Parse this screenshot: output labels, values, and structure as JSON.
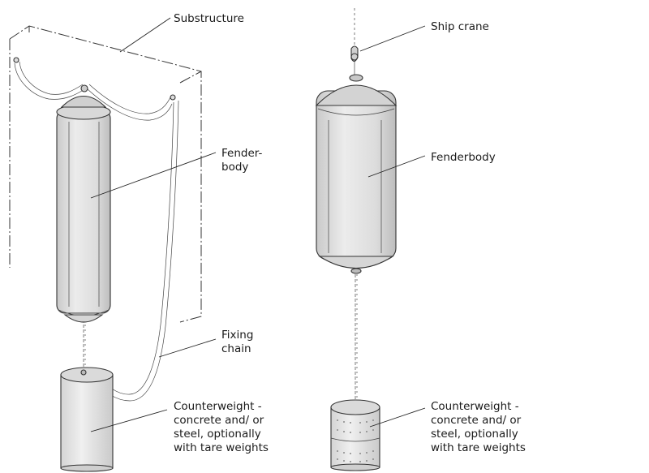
{
  "colors": {
    "fender_fill": "#e4e4e4",
    "fender_top": "#d2d2d2",
    "weight_fill": "#e6e6e6",
    "line": "#333333"
  },
  "labels": {
    "substructure": "Substructure",
    "fenderbody_left": [
      "Fender-",
      "body"
    ],
    "fixing_chain": [
      "Fixing",
      "chain"
    ],
    "counterweight_left": [
      "Counterweight -",
      "concrete and/ or",
      "steel, optionally",
      "with tare weights"
    ],
    "ship_crane": "Ship crane",
    "fenderbody_right": "Fenderbody",
    "counterweight_right": [
      "Counterweight -",
      "concrete and/ or",
      "steel, optionally",
      "with tare weights"
    ]
  }
}
